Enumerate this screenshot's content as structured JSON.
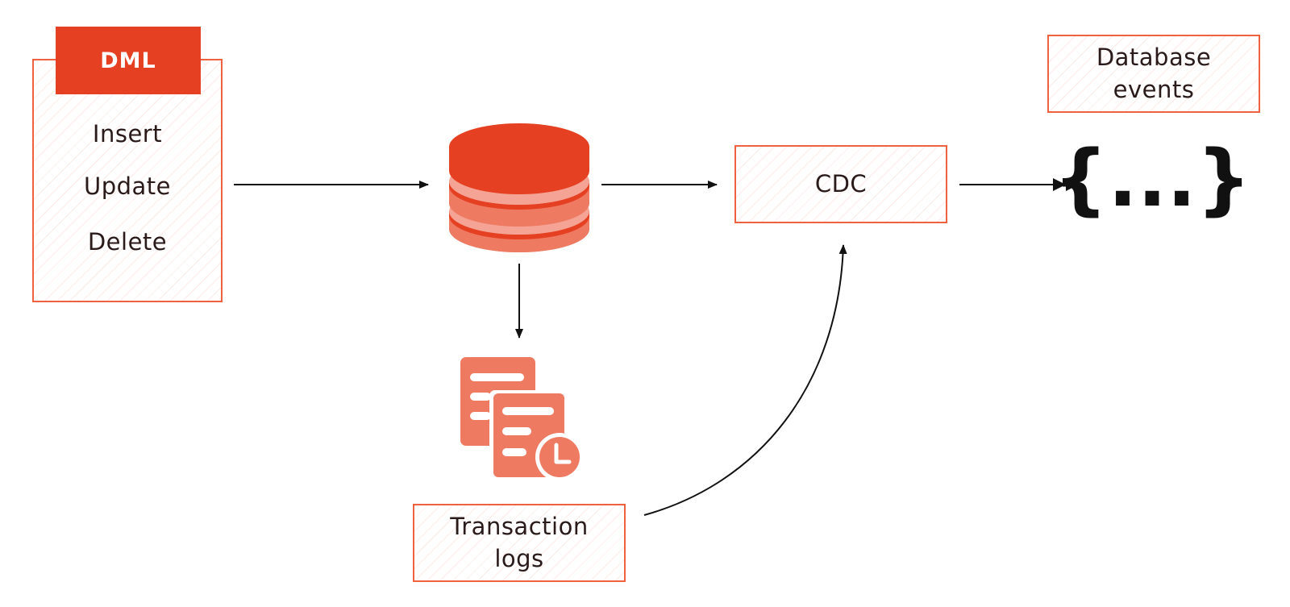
{
  "dml": {
    "header": "DML",
    "operations": [
      "Insert",
      "Update",
      "Delete"
    ]
  },
  "cdc": {
    "label": "CDC"
  },
  "database_events": {
    "line1": "Database",
    "line2": "events"
  },
  "transaction_logs": {
    "line1": "Transaction",
    "line2": "logs"
  },
  "json_symbol": "{...}",
  "icons": {
    "database": "database-icon",
    "logs": "transaction-logs-icon",
    "clock": "clock-icon"
  },
  "colors": {
    "accent": "#e64022",
    "accent_light": "#ee7a62",
    "accent_pale": "#f5a394",
    "border": "#f0623f",
    "text": "#2a1a1a"
  }
}
